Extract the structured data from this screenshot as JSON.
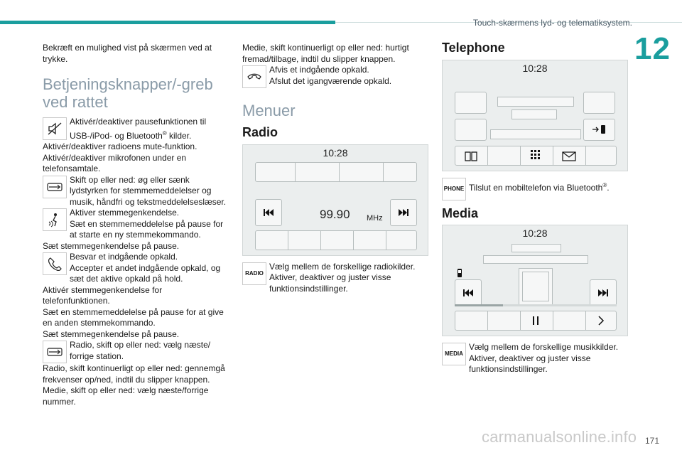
{
  "header": {
    "title": "Touch-skærmens lyd- og telematiksystem.",
    "chapter": "12"
  },
  "col1": {
    "intro": "Bekræft en mulighed vist på skærmen ved at trykke.",
    "heading": "Betjeningsknapper/-greb ved rattet",
    "e1_l1": "Aktivér/deaktiver pausefunktionen til",
    "e1_l2": "USB-/iPod- og Bluetooth",
    "e1_reg": "®",
    "e1_l2b": " kilder.",
    "e1_rest": "Aktivér/deaktiver radioens mute-funktion. Aktivér/deaktiver mikrofonen under en telefonsamtale.",
    "e2_l1": "Skift op eller ned: øg eller sænk lydstyrken for stemmemeddelelser og musik, håndfri og tekstmeddelelseslæser.",
    "e3_l1": "Aktiver stemmegenkendelse.",
    "e3_l2": "Sæt en stemmemeddelelse på pause for at starte en ny stemmekommando.",
    "e3_l3": "Sæt stemmegenkendelse på pause.",
    "e4_l1": "Besvar et indgående opkald.",
    "e4_l2": "Accepter et andet indgående opkald, og sæt det aktive opkald på hold.",
    "e4_l3": "Aktivér stemmegenkendelse for telefonfunktionen.",
    "e4_l4": "Sæt en stemmemeddelelse på pause for at give en anden stemmekommando.",
    "e4_l5": "Sæt stemmegenkendelse på pause.",
    "e5_l1": "Radio, skift op eller ned: vælg næste/ forrige station.",
    "e5_l2": "Radio, skift kontinuerligt op eller ned: gennemgå frekvenser op/ned, indtil du slipper knappen.",
    "e5_l3": "Medie, skift op eller ned: vælg næste/forrige nummer."
  },
  "col2": {
    "intro": "Medie, skift kontinuerligt op eller ned: hurtigt fremad/tilbage, indtil du slipper knappen.",
    "e6_l1": "Afvis et indgående opkald.",
    "e6_l2": "Afslut det igangværende opkald.",
    "heading": "Menuer",
    "radio_heading": "Radio",
    "radio_clock": "10:28",
    "radio_freq": "99.90",
    "radio_unit": "MHz",
    "radio_icon": "RADIO",
    "radio_text_l1": "Vælg mellem de forskellige radiokilder.",
    "radio_text_l2": "Aktiver, deaktiver og juster visse funktionsindstillinger."
  },
  "col3": {
    "telephone_heading": "Telephone",
    "phone_clock": "10:28",
    "phone_icon": "PHONE",
    "phone_text": "Tilslut en mobiltelefon via Bluetooth",
    "phone_reg": "®",
    "phone_dot": ".",
    "media_heading": "Media",
    "media_clock": "10:28",
    "media_icon": "MEDIA",
    "media_text_l1": "Vælg mellem de forskellige musikkilder.",
    "media_text_l2": "Aktiver, deaktiver og juster visse funktionsindstillinger."
  },
  "footer": {
    "page_number": "171",
    "watermark": "carmanualsonline.info"
  },
  "colors": {
    "accent": "#1a9e9e",
    "heading_light": "#8a9ba8",
    "screen_bg": "#ebeeee"
  },
  "icons": [
    "mute-icon",
    "volume-switch-icon",
    "voice-icon",
    "phone-answer-icon",
    "scroll-switch-icon",
    "phone-hangup-icon",
    "prev-icon",
    "next-icon",
    "contacts-icon",
    "dialpad-icon",
    "messages-icon",
    "phone-transfer-icon",
    "mobile-icon",
    "pause-icon",
    "chevron-right-icon"
  ]
}
